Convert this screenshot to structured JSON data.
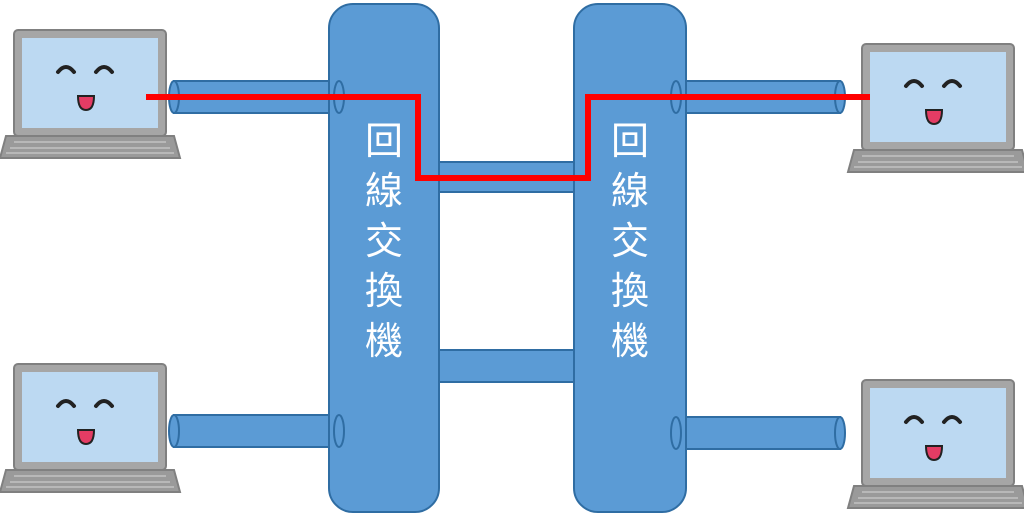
{
  "switches": [
    {
      "label_chars": [
        "回",
        "線",
        "交",
        "換",
        "機"
      ]
    },
    {
      "label_chars": [
        "回",
        "線",
        "交",
        "換",
        "機"
      ]
    }
  ],
  "icons": {
    "computer": "smiling-laptop-icon"
  },
  "colors": {
    "switch_fill": "#5b9bd5",
    "switch_stroke": "#2f6da3",
    "circuit_line": "#ff0000",
    "laptop_body": "#a6a6a6",
    "laptop_screen": "#bcd9f2"
  }
}
